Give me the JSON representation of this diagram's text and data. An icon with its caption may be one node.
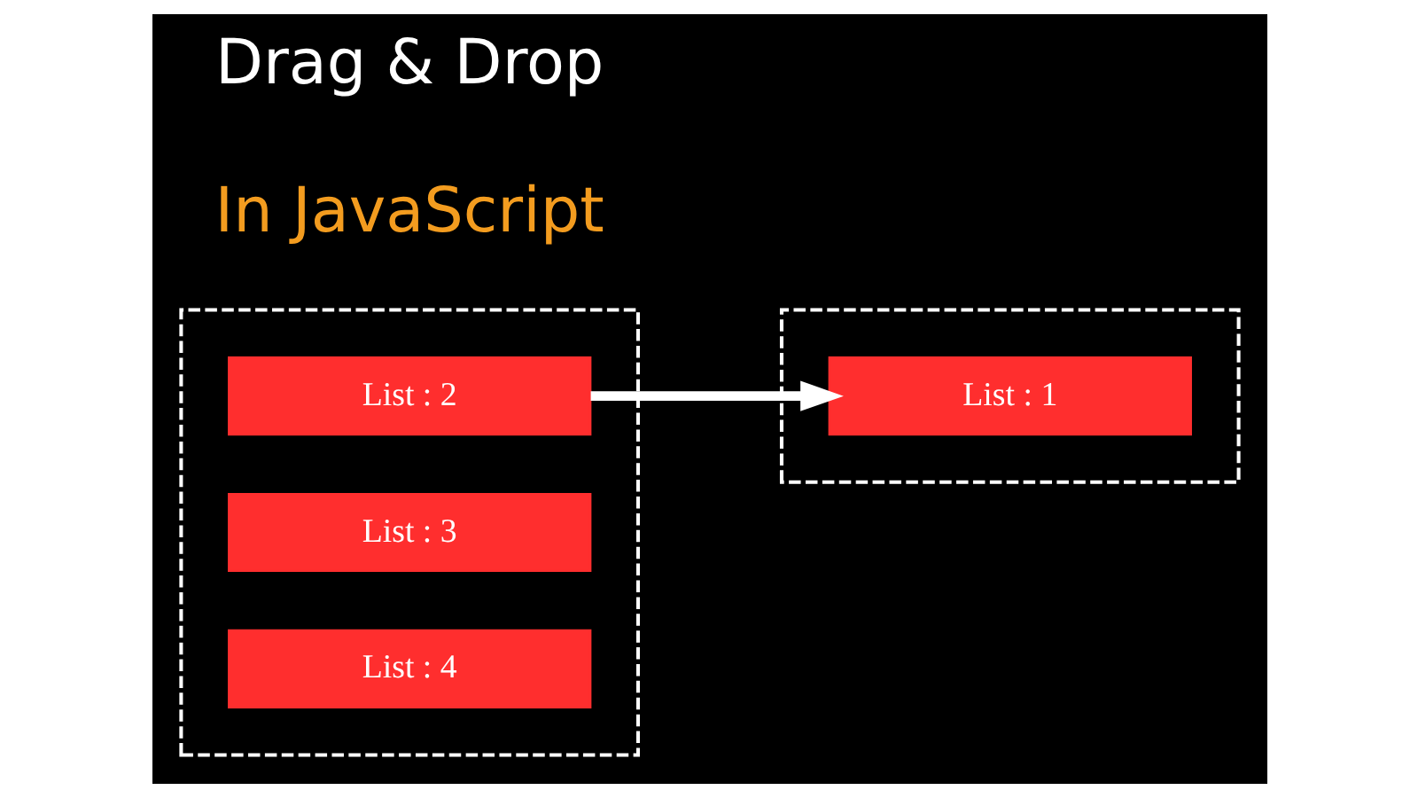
{
  "diagram": {
    "nodes": [
      {
        "text": [],
        "shape": "box"
      },
      {
        "text": [
          "List : 2"
        ],
        "in": 0
      },
      {
        "text": [
          "List : 3"
        ],
        "in": 0
      },
      {
        "text": [
          "List : 4"
        ],
        "in": 0
      },
      {
        "text": [],
        "shape": "box"
      },
      {
        "text": [
          "List : 1"
        ],
        "in": 4
      }
    ],
    "edges": [
      {
        "from": 1,
        "to": 5,
        "arrow": "to"
      }
    ],
    "labels": [
      "Drag & Drop",
      "In JavaScript"
    ]
  }
}
